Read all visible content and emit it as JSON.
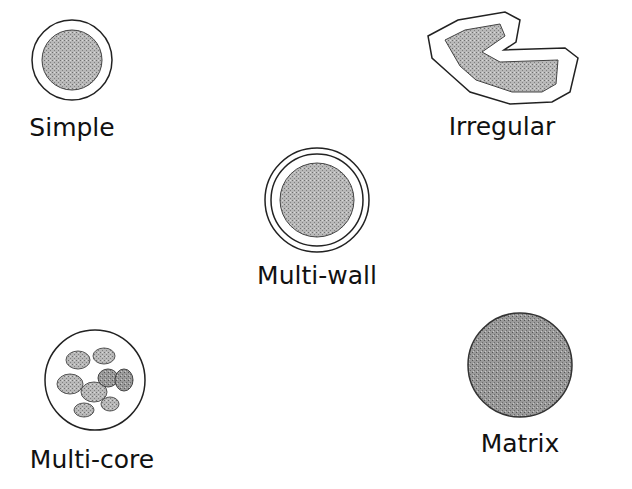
{
  "diagram": {
    "labels": [
      "Simple",
      "Irregular",
      "Multi-wall",
      "Multi-core",
      "Matrix"
    ]
  }
}
